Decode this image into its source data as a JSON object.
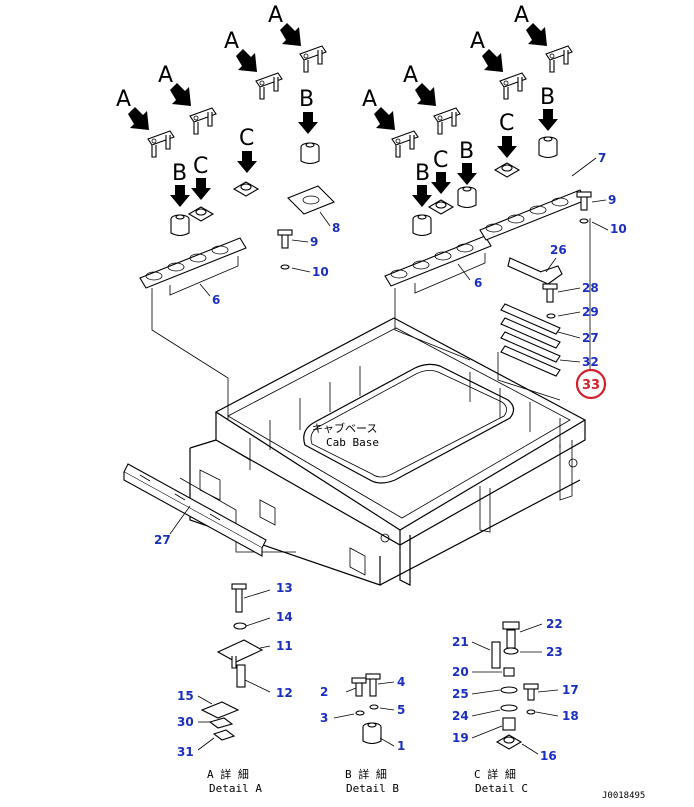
{
  "letters": {
    "a": "A",
    "b": "B",
    "c": "C"
  },
  "cab_base": {
    "jp": "キャブベース",
    "en": "Cab Base"
  },
  "callouts": {
    "n1": "1",
    "n2": "2",
    "n3": "3",
    "n4": "4",
    "n5": "5",
    "n6": "6",
    "n7": "7",
    "n8": "8",
    "n9": "9",
    "n10": "10",
    "n11": "11",
    "n12": "12",
    "n13": "13",
    "n14": "14",
    "n15": "15",
    "n16": "16",
    "n17": "17",
    "n18": "18",
    "n19": "19",
    "n20": "20",
    "n21": "21",
    "n22": "22",
    "n23": "23",
    "n24": "24",
    "n25": "25",
    "n26": "26",
    "n27": "27",
    "n28": "28",
    "n29": "29",
    "n30": "30",
    "n31": "31",
    "n32": "32"
  },
  "highlighted_callout": "33",
  "details": {
    "a_jp": "A 詳 細",
    "a_en": "Detail A",
    "b_jp": "B 詳 細",
    "b_en": "Detail B",
    "c_jp": "C 詳 細",
    "c_en": "Detail C"
  },
  "drawing_code": "J0018495",
  "colors": {
    "callout": "#1a2fbf",
    "highlight": "#d21f2a"
  }
}
